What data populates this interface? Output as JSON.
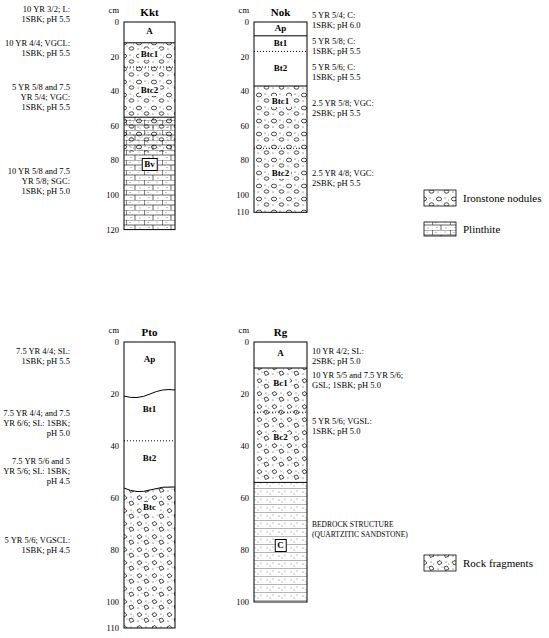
{
  "diagram": {
    "nodes": [
      {
        "text": [
          "Kkt"
        ]
      },
      {
        "text": [
          "A"
        ],
        "in": 0
      },
      {
        "text": [
          "Btc1"
        ],
        "in": 0
      },
      {
        "text": [
          "Btc2"
        ],
        "in": 0
      },
      {
        "text": [
          "Bv"
        ],
        "in": 0
      },
      {
        "text": [
          "Nok"
        ]
      },
      {
        "text": [
          "Ap"
        ],
        "in": 5
      },
      {
        "text": [
          "Bt1"
        ],
        "in": 5
      },
      {
        "text": [
          "Bt2"
        ],
        "in": 5
      },
      {
        "text": [
          "Btc1"
        ],
        "in": 5
      },
      {
        "text": [
          "Btc2"
        ],
        "in": 5
      },
      {
        "text": [
          "Pto"
        ]
      },
      {
        "text": [
          "Ap"
        ],
        "in": 11
      },
      {
        "text": [
          "Bt1"
        ],
        "in": 11
      },
      {
        "text": [
          "Bt2"
        ],
        "in": 11
      },
      {
        "text": [
          "Btc"
        ],
        "in": 11
      },
      {
        "text": [
          "Rg"
        ]
      },
      {
        "text": [
          "A"
        ],
        "in": 16
      },
      {
        "text": [
          "Bc1"
        ],
        "in": 16
      },
      {
        "text": [
          "Bc2"
        ],
        "in": 16
      },
      {
        "text": [
          "C"
        ],
        "in": 16
      }
    ],
    "labels": [
      "cm",
      "0",
      "20",
      "40",
      "60",
      "80",
      "100",
      "120",
      "10 YR 3/2; L: 1SBK; pH 5.5",
      "10 YR 4/4; VGCL: 1SBK; pH 5.5",
      "5 YR 5/8 and 7.5 YR 5/4; VGC: 1SBK; pH 5.5",
      "10 YR 5/8 and 7.5 YR 5/8; SGC: 1SBK; pH 5.0",
      "cm",
      "0",
      "20",
      "40",
      "60",
      "80",
      "100",
      "110",
      "5 YR 5/4; C: 1SBK; pH 6.0",
      "5 YR 5/8; C: 1SBK; pH 5.5",
      "5 YR 5/6; C: 1SBK; pH 5.5",
      "2.5 YR 5/8; VGC: 2SBK; pH 5.5",
      "2.5 YR 4/8; VGC: 2SBK; pH 5.5",
      "cm",
      "0",
      "20",
      "40",
      "60",
      "80",
      "100",
      "110",
      "7.5 YR 4/4; SL: 1SBK; pH 5.5",
      "7.5 YR 4/4; and 7.5 YR 6/6; SL: 1SBK; pH 5.0",
      "7.5 YR 5/6 and 5 YR 5/6; SL: 1SBK; pH 4.5",
      "5 YR 5/6; VGSCL: 1SBK; pH 4.5",
      "cm",
      "0",
      "20",
      "40",
      "60",
      "80",
      "100",
      "10 YR 4/2; SL: 2SBK; pH 5.0",
      "10 YR 5/5 and 7.5 YR 5/6; GSL; 1SBK; pH 5.0",
      "5 YR 5/6; VGSL: 1SBK; pH 5.0",
      "BEDROCK STRUCTURE (QUARTZITIC SANDSTONE)"
    ],
    "legend": [
      {
        "text": "Ironstone nodules"
      },
      {
        "text": "Plinthite"
      },
      {
        "text": "Rock fragments"
      }
    ]
  }
}
